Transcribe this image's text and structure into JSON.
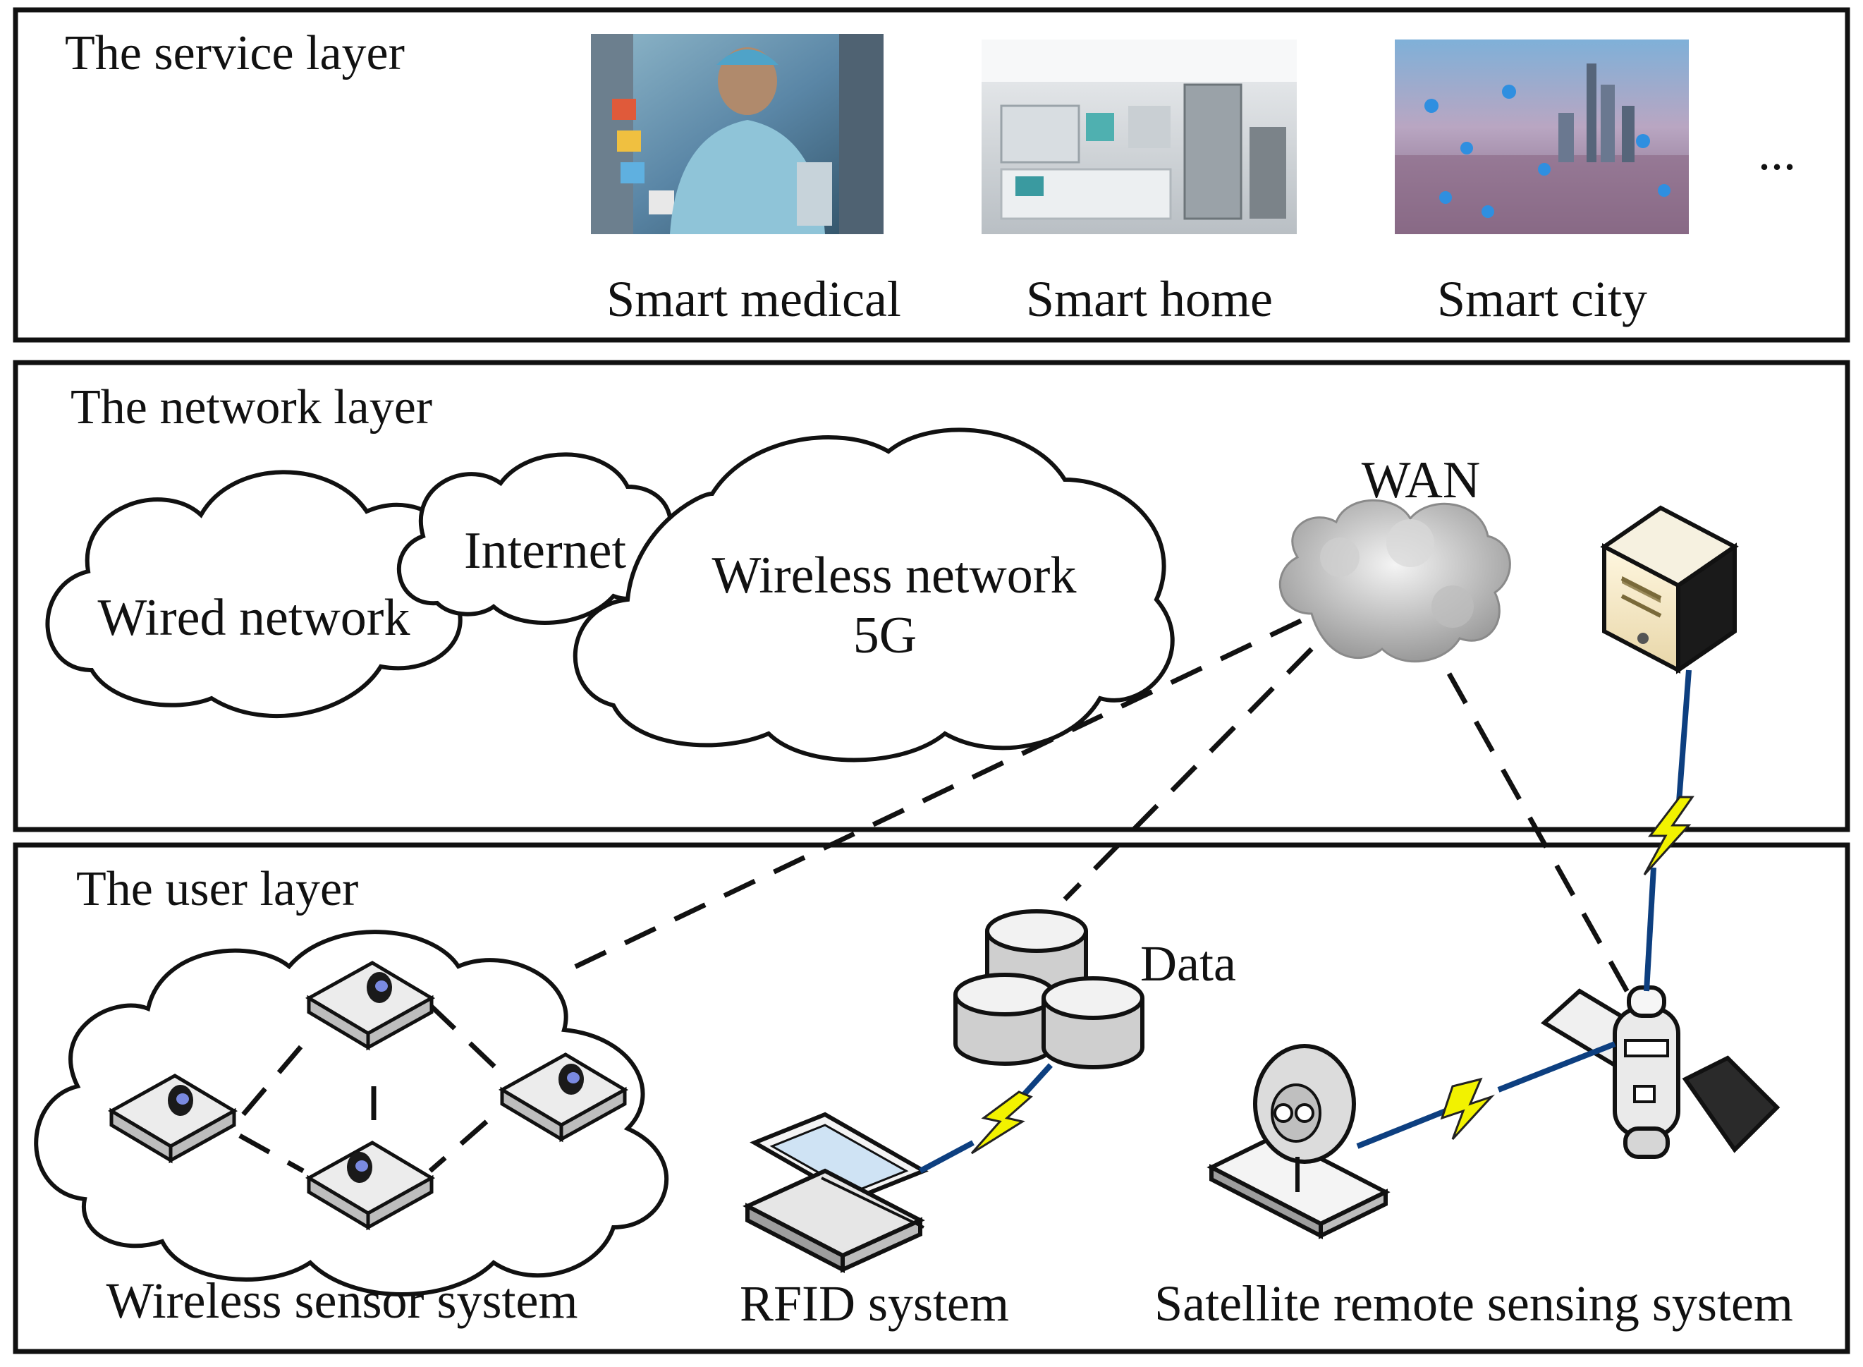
{
  "service_layer": {
    "title": "The service layer",
    "services": [
      {
        "label": "Smart medical",
        "icon": "smart-medical-photo"
      },
      {
        "label": "Smart home",
        "icon": "smart-home-photo"
      },
      {
        "label": "Smart city",
        "icon": "smart-city-photo"
      }
    ],
    "more": "..."
  },
  "network_layer": {
    "title": "The network layer",
    "wired": "Wired network",
    "internet": "Internet",
    "wireless_line1": "Wireless network",
    "wireless_line2": "5G",
    "wan": "WAN",
    "server_icon": "server-icon"
  },
  "user_layer": {
    "title": "The user layer",
    "data": "Data",
    "wireless_sensor": "Wireless sensor system",
    "rfid": "RFID system",
    "satellite": "Satellite remote sensing system"
  },
  "colors": {
    "link_blue": "#0d3f80",
    "bolt_yellow": "#f2f200",
    "stroke": "#111111"
  }
}
